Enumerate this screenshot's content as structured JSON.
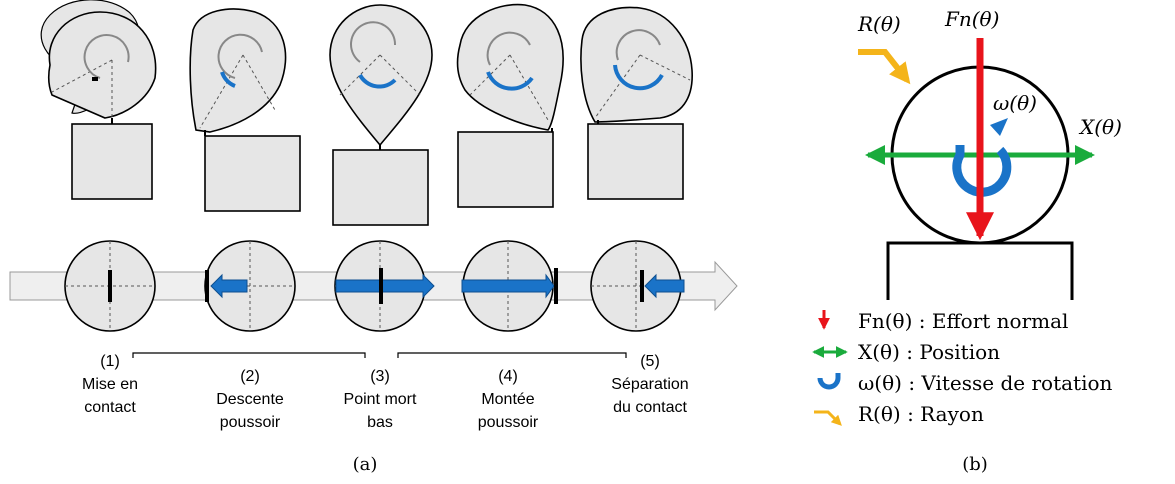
{
  "panel_a": {
    "caption": "(a)",
    "steps": [
      {
        "num": "(1)",
        "line1": "Mise en",
        "line2": "contact"
      },
      {
        "num": "(2)",
        "line1": "Descente",
        "line2": "poussoir"
      },
      {
        "num": "(3)",
        "line1": "Point mort",
        "line2": "bas"
      },
      {
        "num": "(4)",
        "line1": "Montée",
        "line2": "poussoir"
      },
      {
        "num": "(5)",
        "line1": "Séparation",
        "line2": "du contact"
      }
    ]
  },
  "panel_b": {
    "caption": "(b)",
    "labels": {
      "radius": "R(θ)",
      "force": "Fn(θ)",
      "omega": "ω(θ)",
      "position": "X(θ)"
    },
    "legend": [
      {
        "icon": "red-down-arrow-icon",
        "text": "Fn(θ) : Effort normal"
      },
      {
        "icon": "green-double-arrow-icon",
        "text": "X(θ) : Position"
      },
      {
        "icon": "blue-rotation-icon",
        "text": "ω(θ) : Vitesse de rotation"
      },
      {
        "icon": "yellow-bent-arrow-icon",
        "text": "R(θ) : Rayon"
      }
    ]
  },
  "colors": {
    "force": "#e8141b",
    "position": "#1aab3c",
    "rotation": "#1a73c8",
    "radius": "#f4b41a",
    "shape_fill": "#e6e6e6",
    "stroke": "#000000"
  }
}
